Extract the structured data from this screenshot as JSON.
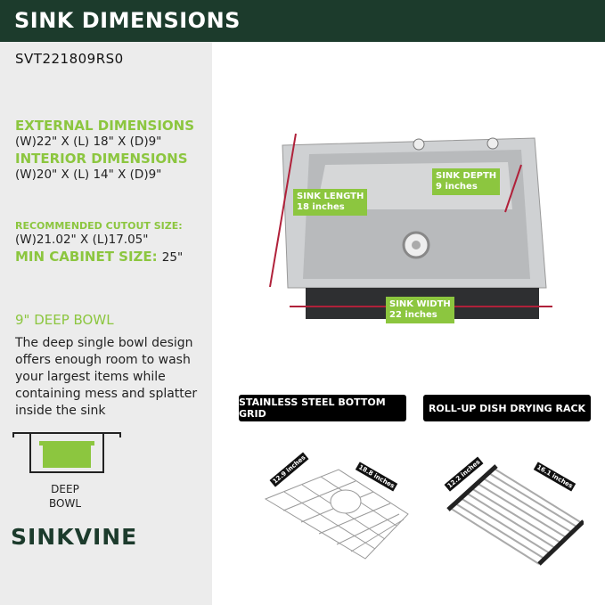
{
  "header": {
    "title": "SINK DIMENSIONS"
  },
  "specs": {
    "model": "SVT221809RS0",
    "external_label": "EXTERNAL DIMENSIONS",
    "external_value": "(W)22\" X (L) 18\" X (D)9\"",
    "interior_label": "INTERIOR DIMENSIONS",
    "interior_value": "(W)20\" X (L) 14\" X (D)9\"",
    "cutout_label": "RECOMMENDED CUTOUT SIZE:",
    "cutout_value": "(W)21.02\" X (L)17.05\"",
    "cabinet_label": "MIN CABINET SIZE:",
    "cabinet_value": "25\""
  },
  "bowl": {
    "title": "9\" DEEP BOWL",
    "description": "The deep single bowl design offers enough room to wash your largest items while containing mess and splatter inside the sink",
    "icon_label_1": "DEEP",
    "icon_label_2": "BOWL"
  },
  "brand": "SINKVINE",
  "sink": {
    "length_label": "SINK LENGTH",
    "length_value": "18 inches",
    "depth_label": "SINK DEPTH",
    "depth_value": "9 inches",
    "width_label": "SINK WIDTH",
    "width_value": "22 inches"
  },
  "accessories": {
    "grid": {
      "title": "STAINLESS STEEL BOTTOM GRID",
      "dim1": "12.9 inches",
      "dim2": "18.8 inches"
    },
    "rack": {
      "title": "ROLL-UP DISH DRYING RACK",
      "dim1": "12.2 inches",
      "dim2": "16.1 inches"
    }
  },
  "colors": {
    "header": "#1c3b2c",
    "accent": "#8cc63f",
    "arrow": "#b0213a"
  }
}
